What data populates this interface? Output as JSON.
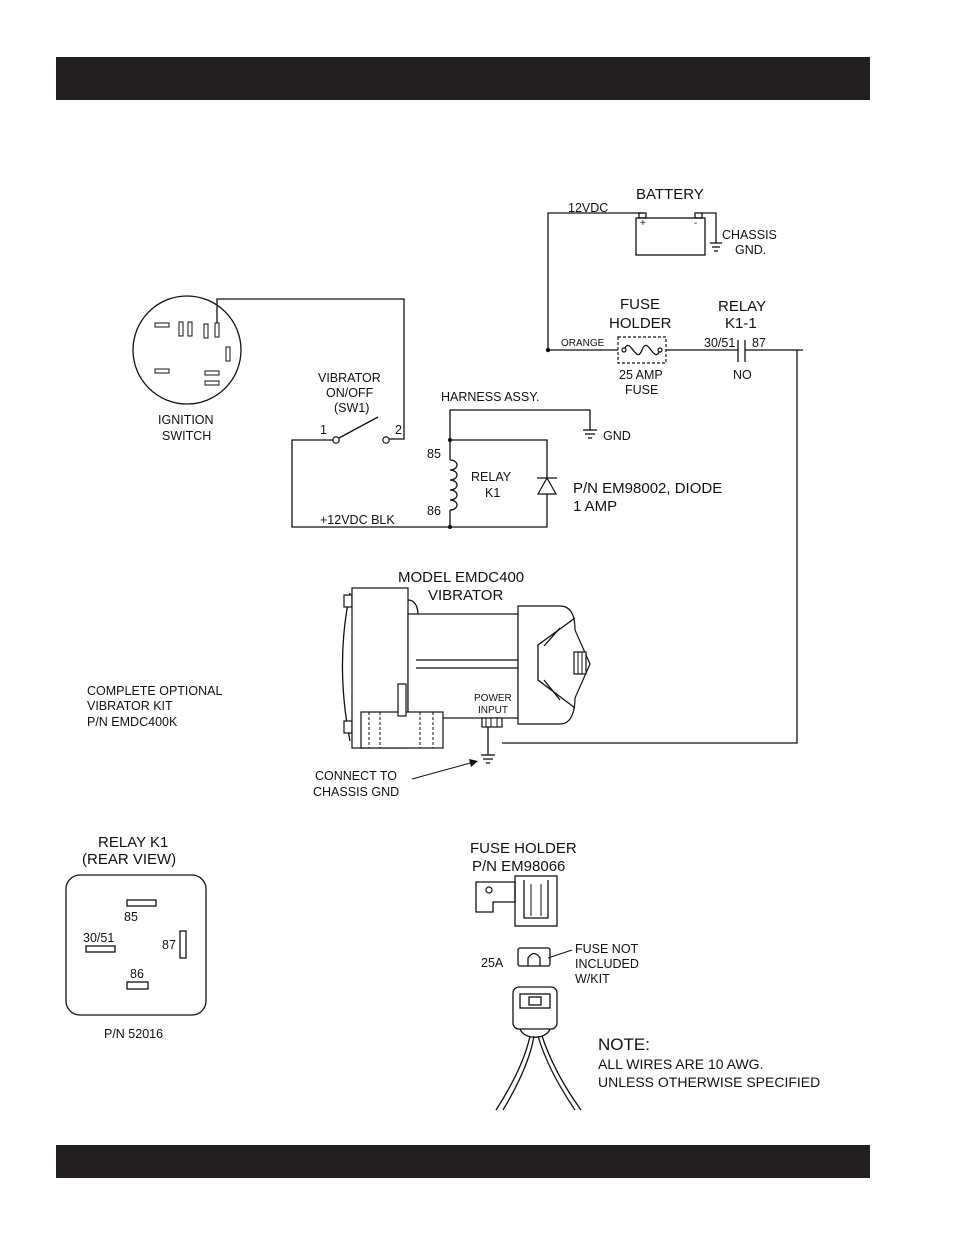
{
  "labels": {
    "battery": "BATTERY",
    "v12dc": "12VDC",
    "chassis_gnd_1": "CHASSIS",
    "chassis_gnd_2": "GND.",
    "plus": "+",
    "minus": "-",
    "fuse_holder_1": "FUSE",
    "fuse_holder_2": "HOLDER",
    "relay_k11_1": "RELAY",
    "relay_k11_2": "K1-1",
    "orange": "ORANGE",
    "pin_3051": "30/51",
    "pin_87": "87",
    "fuse_25amp_1": "25 AMP",
    "fuse_25amp_2": "FUSE",
    "no": "NO",
    "ignition_1": "IGNITION",
    "ignition_2": "SWITCH",
    "vib_sw_1": "VIBRATOR",
    "vib_sw_2": "ON/OFF",
    "vib_sw_3": "(SW1)",
    "sw_pin1": "1",
    "sw_pin2": "2",
    "harness": "HARNESS ASSY.",
    "gnd": "GND",
    "pin_85": "85",
    "pin_86": "86",
    "relay_k1_1": "RELAY",
    "relay_k1_2": "K1",
    "diode_1": "P/N EM98002, DIODE",
    "diode_2": "1 AMP",
    "blk": "+12VDC BLK",
    "model_1": "MODEL EMDC400",
    "model_2": "VIBRATOR",
    "kit_1": "COMPLETE OPTIONAL",
    "kit_2": "VIBRATOR KIT",
    "kit_3": "P/N EMDC400K",
    "power_1": "POWER",
    "power_2": "INPUT",
    "connect_1": "CONNECT TO",
    "connect_2": "CHASSIS GND",
    "rear_1": "RELAY K1",
    "rear_2": "(REAR VIEW)",
    "rear_85": "85",
    "rear_3051": "30/51",
    "rear_87": "87",
    "rear_86": "86",
    "rear_pn": "P/N 52016",
    "fh_1": "FUSE HOLDER",
    "fh_2": "P/N EM98066",
    "fh_25a": "25A",
    "fuse_not_1": "FUSE NOT",
    "fuse_not_2": "INCLUDED",
    "fuse_not_3": "W/KIT",
    "note_1": "NOTE:",
    "note_2": "ALL WIRES ARE 10 AWG.",
    "note_3": "UNLESS OTHERWISE SPECIFIED"
  }
}
